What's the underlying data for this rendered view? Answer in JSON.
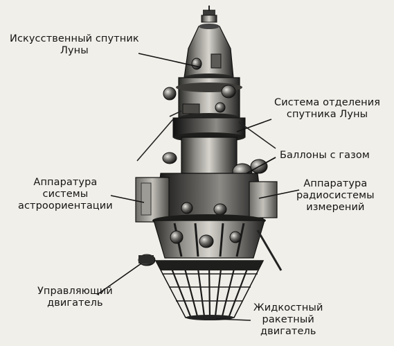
{
  "labels": {
    "satellite": "Искусственный спутник\nЛуны",
    "separation": "Система отделения\nспутника Луны",
    "gas_tanks": "Баллоны с газом",
    "astro": "Аппаратура\nсистемы\nастроориентации",
    "radio": "Аппаратура\nрадиосистемы\nизмерений",
    "control_engine": "Управляющий\nдвигатель",
    "liquid_engine": "Жидкостный\nракетный\nдвигатель"
  },
  "colors": {
    "background": "#f1efe9",
    "metal_dark": "#1c1c1c",
    "metal_mid": "#5a5a58",
    "metal_light": "#b8b6b0",
    "label_text": "#141414"
  }
}
